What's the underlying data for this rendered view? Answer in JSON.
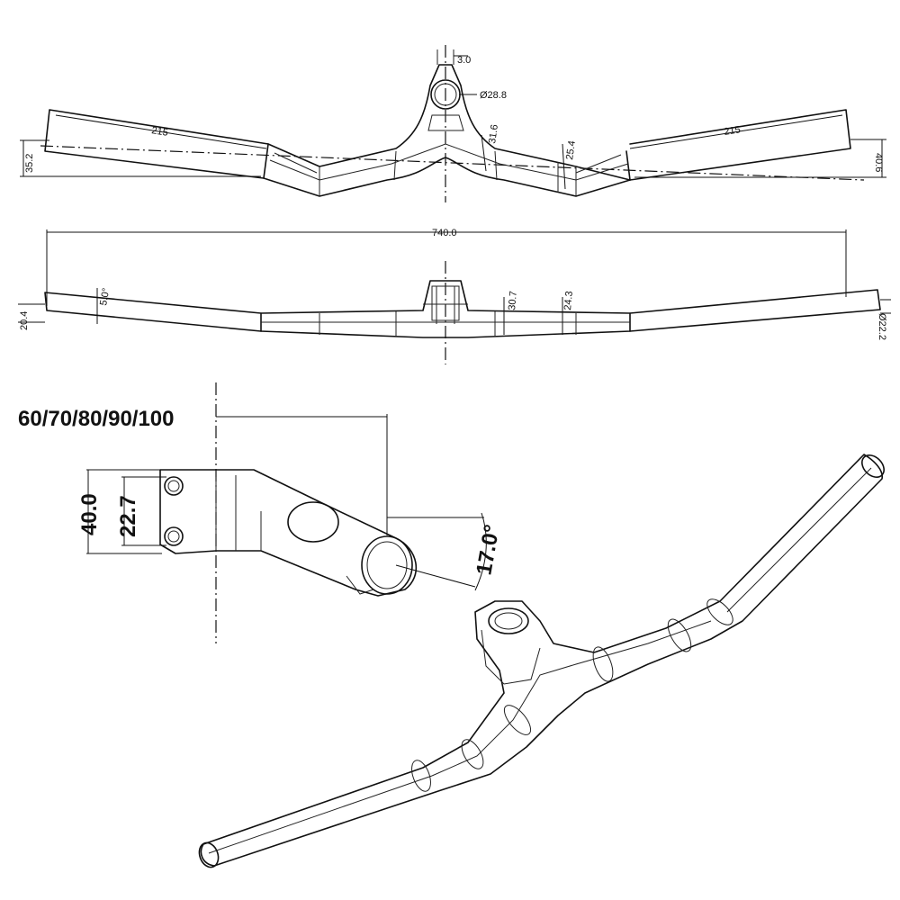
{
  "top_view": {
    "dims": {
      "stem_width": "3.0",
      "bore": "Ø28.8",
      "left_drop_length": "215",
      "right_drop_length": "215",
      "clamp_dia_a": "31.6",
      "clamp_dia_b": "25.4",
      "left_height": "35.2",
      "right_height": "40.6"
    }
  },
  "front_view": {
    "dims": {
      "overall_width": "740.0",
      "sweep_angle": "5.0°",
      "left_end_dia": "20.4",
      "clamp_dia_a": "30.7",
      "clamp_dia_b": "24.3",
      "right_end_dia": "Ø22.2"
    }
  },
  "side_view": {
    "dims": {
      "stem_lengths": "60/70/80/90/100",
      "stack_height": "40.0",
      "bolt_spacing": "22.7",
      "rise_angle": "17.0°"
    }
  }
}
